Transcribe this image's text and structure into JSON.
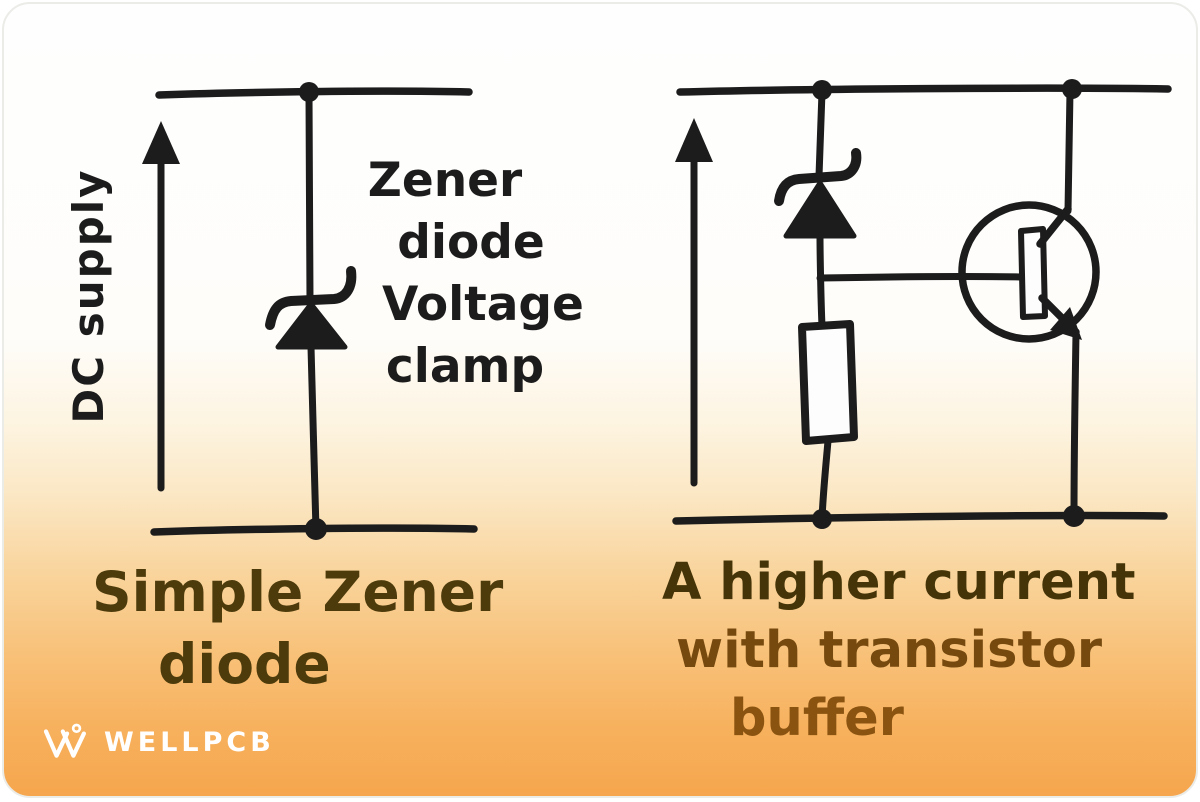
{
  "card": {
    "background_top": "#fefefe",
    "background_bottom": "#f6a64d",
    "border_color": "#ebebe8",
    "ink_color": "#1c1c1c"
  },
  "left_circuit": {
    "supply_label": "DC supply",
    "component_label": {
      "lines": [
        "Zener",
        "diode",
        "Voltage",
        "clamp"
      ]
    },
    "caption": {
      "lines": [
        "Simple Zener",
        "diode"
      ],
      "color": "#4d3b0b"
    },
    "symbols": [
      "up-arrow-icon",
      "zener-diode-symbol",
      "junction-dot"
    ]
  },
  "right_circuit": {
    "caption": {
      "lines": [
        "A higher current",
        "with transistor",
        "buffer"
      ],
      "colors": [
        "#443407",
        "#76490e",
        "#8a5310"
      ]
    },
    "symbols": [
      "up-arrow-icon",
      "zener-diode-symbol",
      "resistor-symbol",
      "npn-transistor-symbol",
      "junction-dot"
    ]
  },
  "logo": {
    "brand": "WELLPCB",
    "color": "#ffffff",
    "icon": "wellpcb-w-icon"
  }
}
